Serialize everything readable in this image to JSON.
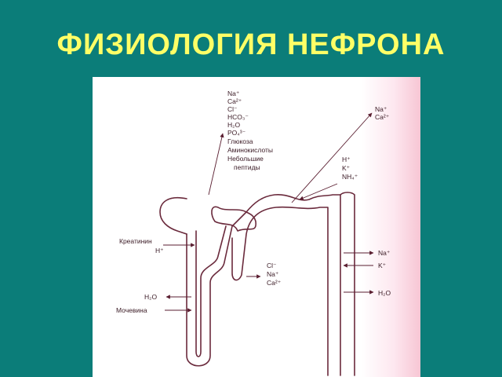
{
  "slide": {
    "title": "ФИЗИОЛОГИЯ НЕФРОНА"
  },
  "diagram": {
    "proximal_reabsorbed": [
      "Na⁺",
      "Ca²⁺",
      "Cl⁻",
      "HCO₃⁻",
      "H₂O",
      "PO₄³⁻",
      "Глюкоза",
      "Аминокислоты",
      "Небольшие",
      "пептиды"
    ],
    "distal_reabsorbed": [
      "Na⁺",
      "Ca²⁺"
    ],
    "distal_secreted": [
      "H⁺",
      "K⁺",
      "NH₄⁺"
    ],
    "proximal_secreted": [
      "Креатинин",
      "H⁺"
    ],
    "loop_ascending": [
      "Cl⁻",
      "Na⁺",
      "Ca²⁺"
    ],
    "loop_descending_out": "H₂O",
    "loop_descending_in": "Мочевина",
    "collecting_out_1": "Na⁺",
    "collecting_in": "K⁺",
    "collecting_out_2": "H₂O"
  },
  "colors": {
    "background": "#0b7d79",
    "title": "#ffff66",
    "tube": "#6a2a3c"
  }
}
